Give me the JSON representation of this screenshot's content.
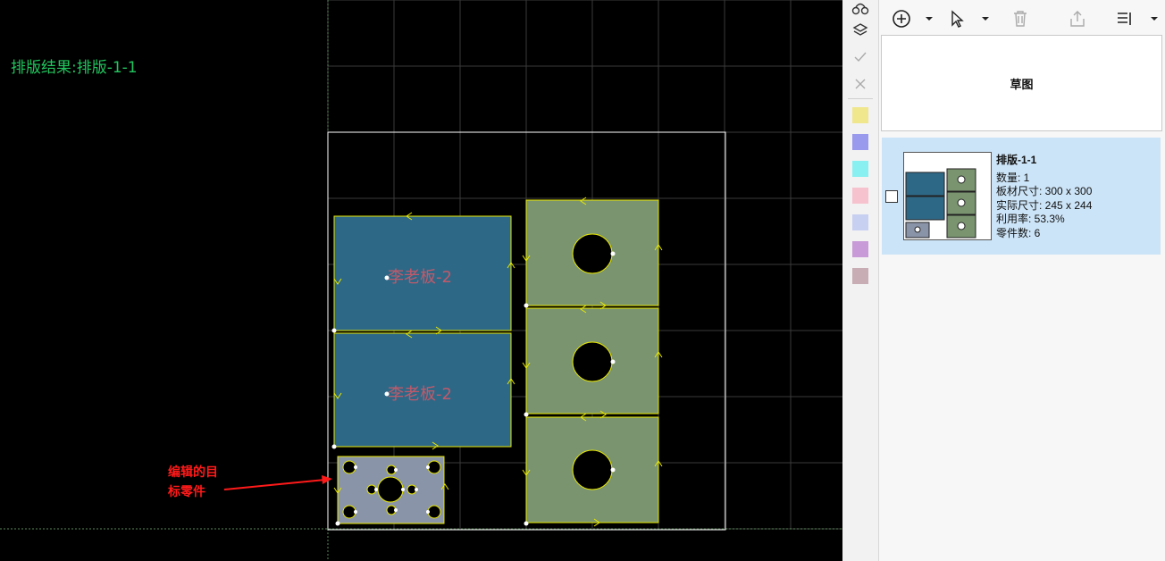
{
  "canvas": {
    "nest_title": "排版结果:排版-1-1",
    "part_labels": [
      "李老板-2",
      "李老板-2"
    ],
    "annotation_lines": [
      "编辑的目",
      "标零件"
    ],
    "colors": {
      "background": "#000000",
      "grid": "#3a3a3a",
      "sheet_border": "#ffffff",
      "blue_part": "#2e6887",
      "green_part": "#7a9470",
      "edited_part": "#8a94a8",
      "part_outline": "#e8e800",
      "annotation": "#ff1a1a",
      "title": "#22c55e"
    }
  },
  "side_strip": {
    "icons": [
      "cloud-link-icon",
      "layers-icon",
      "check-icon",
      "close-icon"
    ],
    "swatches": [
      "#f0e68c",
      "#9999ee",
      "#88f0f0",
      "#f6c2ce",
      "#c8d0f2",
      "#c89ad8",
      "#c8aeb4"
    ]
  },
  "panel": {
    "toolbar": [
      "add-icon",
      "dropdown-icon",
      "pointer-icon",
      "dropdown-icon",
      "delete-icon",
      "export-icon",
      "sort-icon",
      "dropdown-icon"
    ],
    "draft_label": "草图",
    "result": {
      "name": "排版-1-1",
      "quantity": "数量: 1",
      "sheet_size": "板材尺寸: 300 x 300",
      "actual_size": "实际尺寸: 245 x 244",
      "utilization": "利用率: 53.3%",
      "part_count": "零件数: 6"
    }
  }
}
